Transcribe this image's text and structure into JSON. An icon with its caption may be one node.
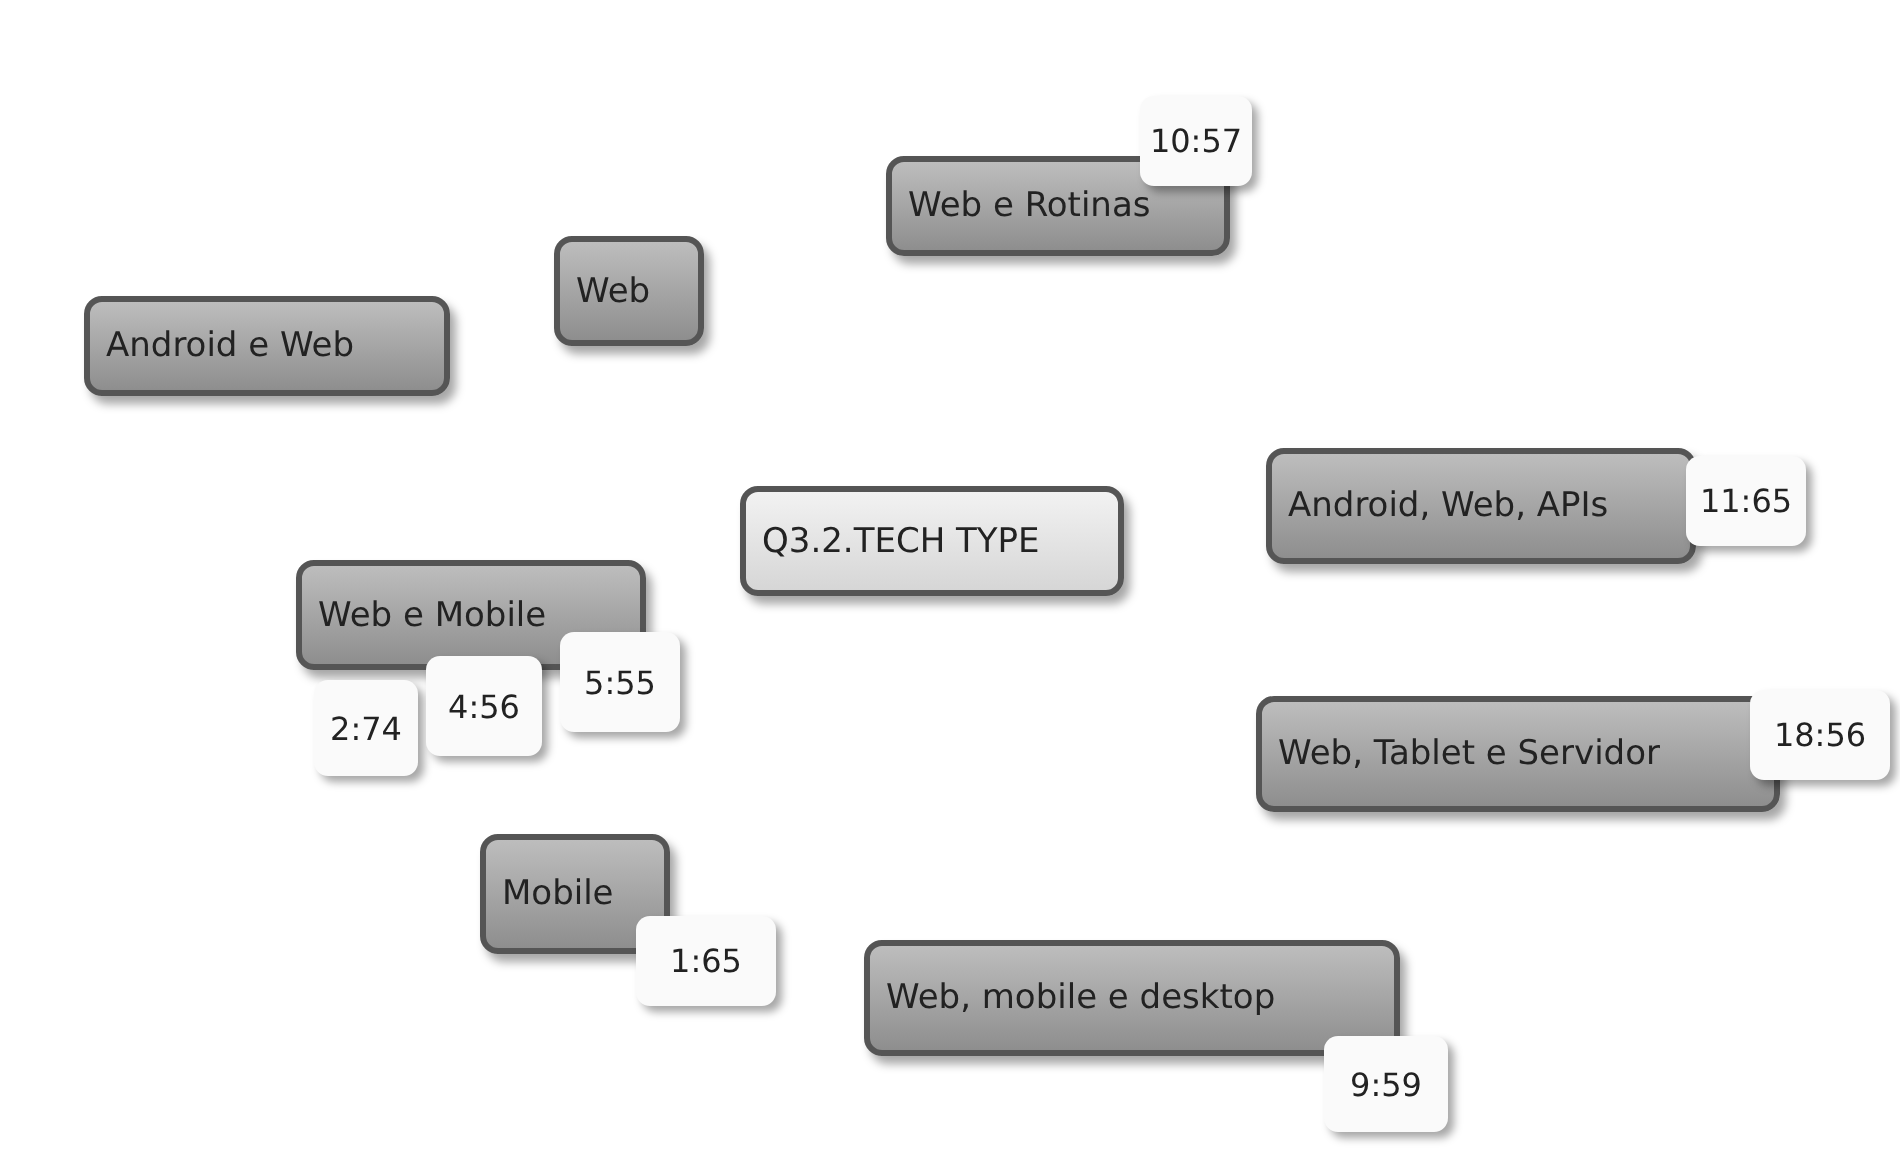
{
  "diagram": {
    "nodes": [
      {
        "text": [
          "Web e Rotinas"
        ],
        "beside": [
          "10:57"
        ]
      },
      {
        "text": [
          "Web"
        ]
      },
      {
        "text": [
          "Android e Web"
        ]
      },
      {
        "text": [
          "Android, Web, APIs"
        ],
        "beside": [
          "11:65"
        ]
      },
      {
        "text": [
          "Q3.2.TECH TYPE"
        ]
      },
      {
        "text": [
          "Web e Mobile"
        ],
        "beside": [
          "2:74",
          "4:56",
          "5:55"
        ]
      },
      {
        "text": [
          "Web, Tablet e Servidor"
        ],
        "beside": [
          "18:56"
        ]
      },
      {
        "text": [
          "Mobile"
        ],
        "beside": [
          "1:65"
        ]
      },
      {
        "text": [
          "Web, mobile e desktop"
        ],
        "beside": [
          "9:59"
        ]
      }
    ],
    "edges": []
  }
}
